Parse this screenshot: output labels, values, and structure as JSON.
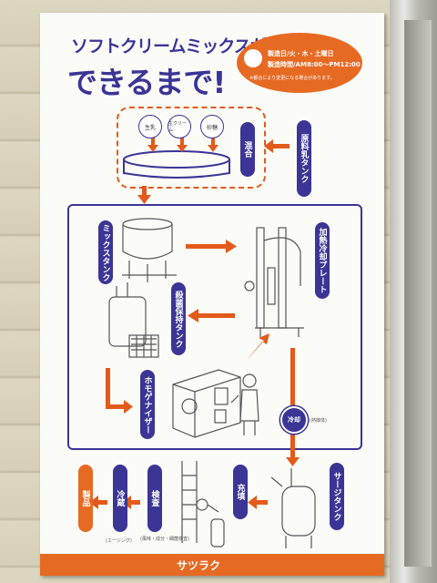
{
  "poster": {
    "title_line1": "ソフトクリームミックスが",
    "title_line2": "できるまで!",
    "info": {
      "line1": "製造日/火・木・土曜日",
      "line2": "製造時間/AM8:00〜PM12:00",
      "note": "※都合により変更になる場合があります。"
    },
    "ingredients": [
      "生乳",
      "生クリーム",
      "砂糖"
    ],
    "steps": {
      "raw_milk_tank": "原料乳タンク",
      "mixing": "混合",
      "mix_tank": "ミックスタンク",
      "heat_cool_plate": "加熱冷却プレート",
      "sterile_tank": "殺菌保持タンク",
      "homogenizer": "ホモゲナイザー",
      "cooling": "冷却",
      "surge_tank": "サージタンク",
      "filling": "充填",
      "inspection": "検査",
      "cold_storage": "冷蔵",
      "product": "製品"
    },
    "small_notes": {
      "cooling_note": "(熱媒体)",
      "storage_note": "(エージング)",
      "inspection_note": "(風味・成分・細菌検査)"
    },
    "brand": "サツラク"
  },
  "colors": {
    "navy": "#3b3596",
    "orange": "#e76a23"
  }
}
